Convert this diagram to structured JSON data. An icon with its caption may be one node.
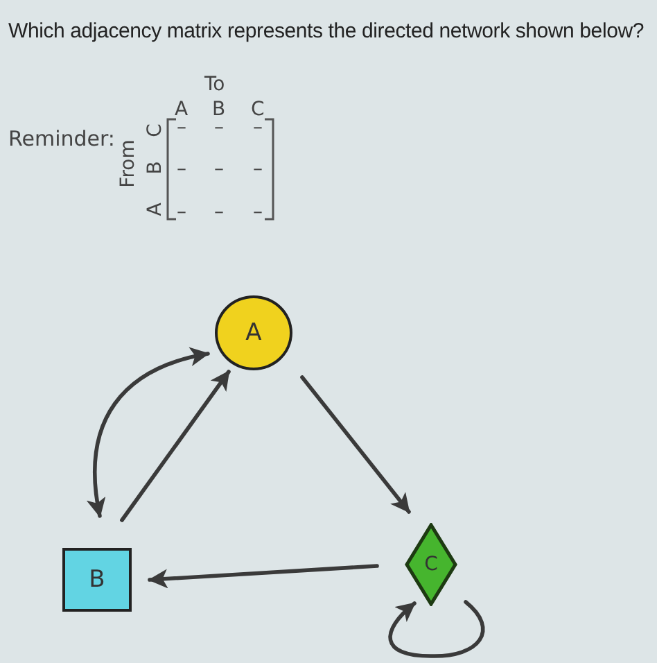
{
  "diagram": {
    "title": "Which adjacency matrix represents the directed network shown below?",
    "nodes": [
      {
        "text": [
          "A"
        ]
      },
      {
        "text": [
          "B"
        ]
      },
      {
        "text": [
          "C"
        ]
      }
    ],
    "edges": [
      {
        "from": 0,
        "to": 1,
        "arrow": "both"
      },
      {
        "from": 1,
        "to": 0,
        "arrow": "to"
      },
      {
        "from": 0,
        "to": 2,
        "arrow": "to"
      },
      {
        "from": 2,
        "to": 1,
        "arrow": "to"
      },
      {
        "from": 2,
        "to": 2,
        "arrow": "to"
      }
    ],
    "labels": [
      "To",
      "A",
      "B",
      "C",
      "Reminder:",
      "From",
      "C",
      "B",
      "A",
      "–",
      "–",
      "–",
      "–",
      "–",
      "–",
      "–",
      "–",
      "–"
    ]
  }
}
